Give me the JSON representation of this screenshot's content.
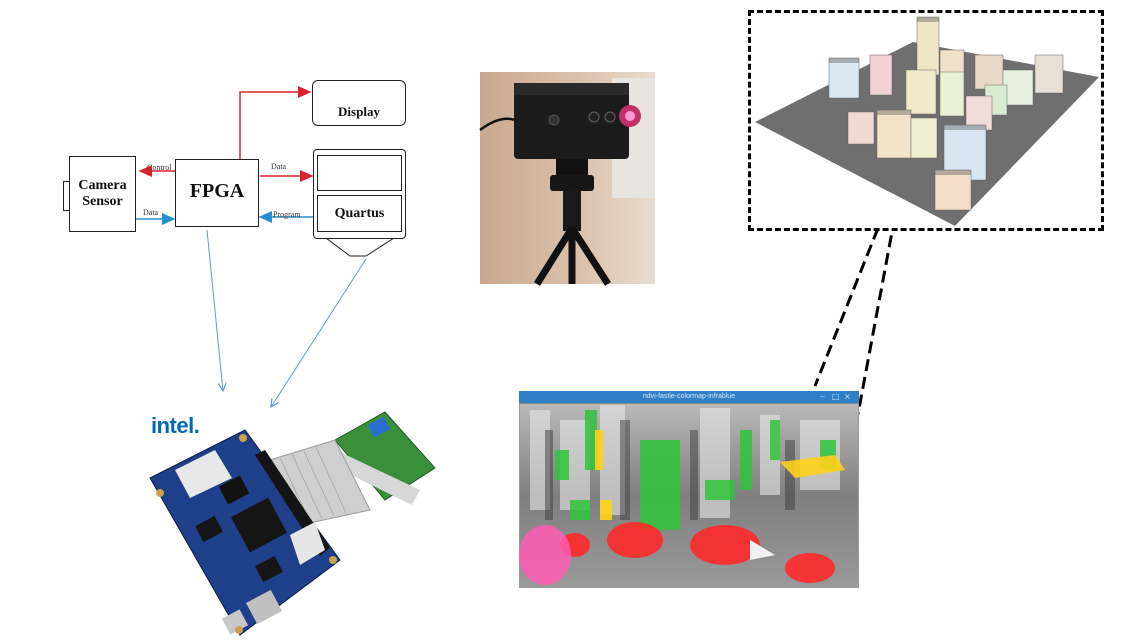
{
  "diagram": {
    "nodes": {
      "camera_sensor": "Camera\nSensor",
      "fpga": "FPGA",
      "display": "Display",
      "quartus": "Quartus"
    },
    "edge_labels": {
      "control": "Control",
      "data_camera": "Data",
      "data_pc": "Data",
      "program": "Program"
    },
    "colors": {
      "red_arrow": "#d9232e",
      "blue_arrow": "#2a8fd0",
      "thin_arrow": "#5b9bd5"
    }
  },
  "board": {
    "brand": "intel."
  },
  "ndvi_window": {
    "title": "ndvi-fastie-colormap-infrablue"
  }
}
